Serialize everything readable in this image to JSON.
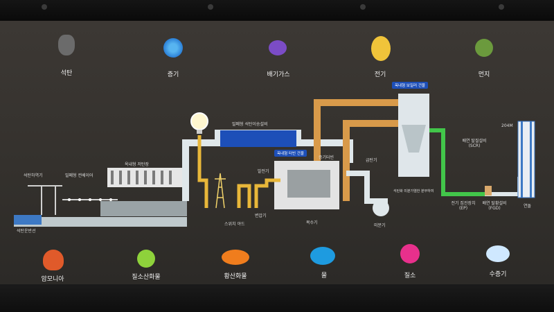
{
  "top_items": [
    {
      "label": "석탄",
      "icon": "coal-character-icon"
    },
    {
      "label": "증기",
      "icon": "steam-drops-icon"
    },
    {
      "label": "배기가스",
      "icon": "exhaust-gas-character-icon"
    },
    {
      "label": "전기",
      "icon": "electricity-character-icon"
    },
    {
      "label": "먼지",
      "icon": "dust-character-icon"
    }
  ],
  "bottom_items": [
    {
      "label": "암모니아",
      "icon": "ammonia-character-icon"
    },
    {
      "label": "질소산화물",
      "icon": "nitrogen-oxide-character-icon"
    },
    {
      "label": "황산화물",
      "icon": "sulfur-oxide-character-icon"
    },
    {
      "label": "물",
      "icon": "water-character-icon"
    },
    {
      "label": "질소",
      "icon": "nitrogen-character-icon"
    },
    {
      "label": "수증기",
      "icon": "water-vapor-cloud-icon"
    }
  ],
  "diagram": {
    "unloader": "석탄하역기",
    "conveyor": "밀폐형 컨베이어",
    "storage": "옥내형 저탄장",
    "ship": "석탄운반선",
    "coal_transport": "밀폐형 석탄이송설비",
    "indoor_turbine": "옥내형 터빈 건물",
    "generator": "발전기",
    "turbine": "증기터빈",
    "boiler_building": "옥내형 보일러 건물",
    "condenser_ap": "급탄기",
    "transformer": "변압기",
    "switchyard": "스위치 야드",
    "condenser": "복수기",
    "coal_mill": "미분기",
    "boiler_note": "석탄화 미분가열한 분무하여",
    "scr": "배연 탈질설비 (SCR)",
    "ep": "전기 집진장치 (EP)",
    "fgd": "배연 탈황설비 (FGD)",
    "stack_height": "204M",
    "stack": "연돌"
  }
}
